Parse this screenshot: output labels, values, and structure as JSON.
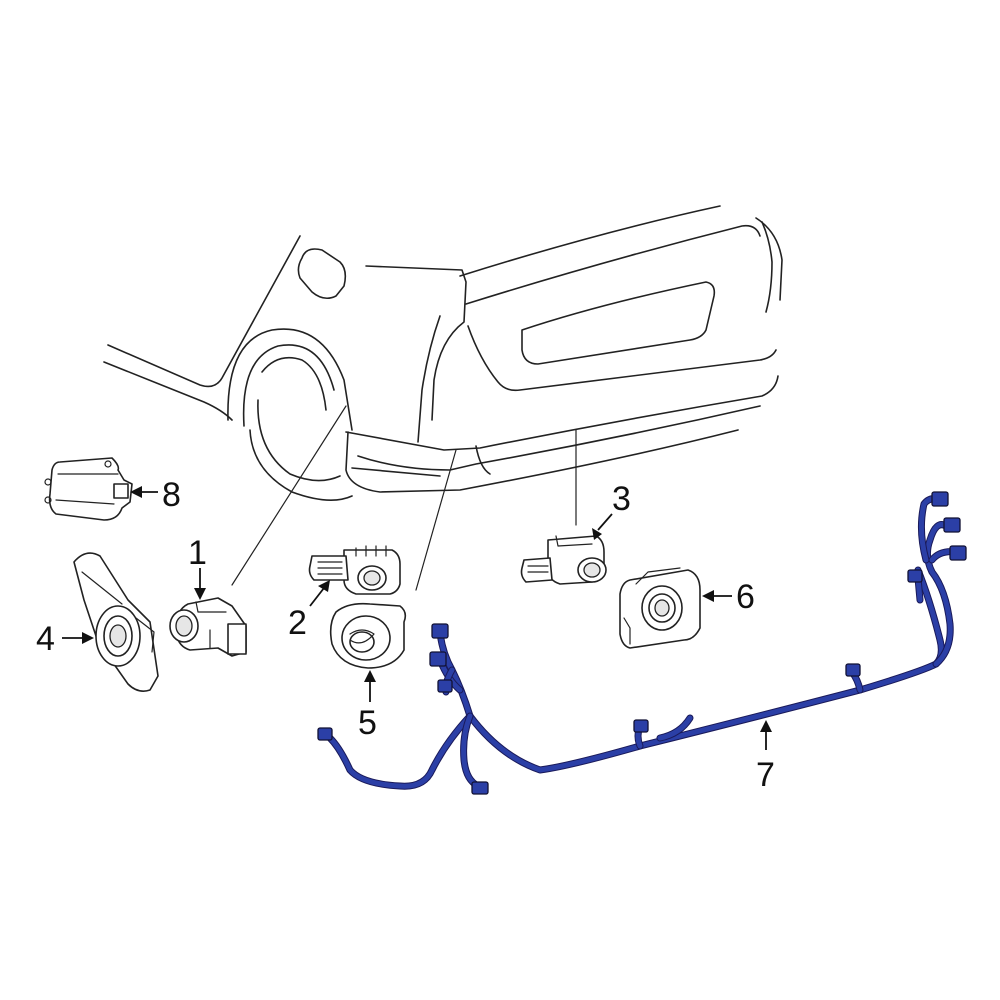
{
  "colors": {
    "harness": "#2b3fa6",
    "outline": "#222222",
    "background": "#ffffff"
  },
  "callouts": [
    {
      "id": "1",
      "label": "1"
    },
    {
      "id": "2",
      "label": "2"
    },
    {
      "id": "3",
      "label": "3"
    },
    {
      "id": "4",
      "label": "4"
    },
    {
      "id": "5",
      "label": "5"
    },
    {
      "id": "6",
      "label": "6"
    },
    {
      "id": "7",
      "label": "7"
    },
    {
      "id": "8",
      "label": "8"
    }
  ]
}
